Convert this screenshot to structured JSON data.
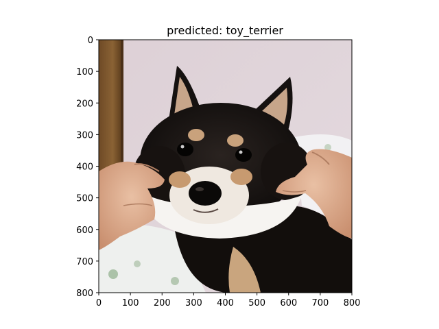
{
  "figure": {
    "title": "predicted: toy_terrier"
  },
  "image": {
    "subject": "black-and-tan Shiba Inu dog with cheeks squished by two human hands",
    "extent": {
      "x": [
        0,
        800
      ],
      "y": [
        0,
        800
      ]
    }
  },
  "axes": {
    "x_ticks": [
      {
        "value": 0,
        "label": "0"
      },
      {
        "value": 100,
        "label": "100"
      },
      {
        "value": 200,
        "label": "200"
      },
      {
        "value": 300,
        "label": "300"
      },
      {
        "value": 400,
        "label": "400"
      },
      {
        "value": 500,
        "label": "500"
      },
      {
        "value": 600,
        "label": "600"
      },
      {
        "value": 700,
        "label": "700"
      },
      {
        "value": 800,
        "label": "800"
      }
    ],
    "y_ticks": [
      {
        "value": 0,
        "label": "0"
      },
      {
        "value": 100,
        "label": "100"
      },
      {
        "value": 200,
        "label": "200"
      },
      {
        "value": 300,
        "label": "300"
      },
      {
        "value": 400,
        "label": "400"
      },
      {
        "value": 500,
        "label": "500"
      },
      {
        "value": 600,
        "label": "600"
      },
      {
        "value": 700,
        "label": "700"
      },
      {
        "value": 800,
        "label": "800"
      }
    ],
    "y_inverted": true
  }
}
